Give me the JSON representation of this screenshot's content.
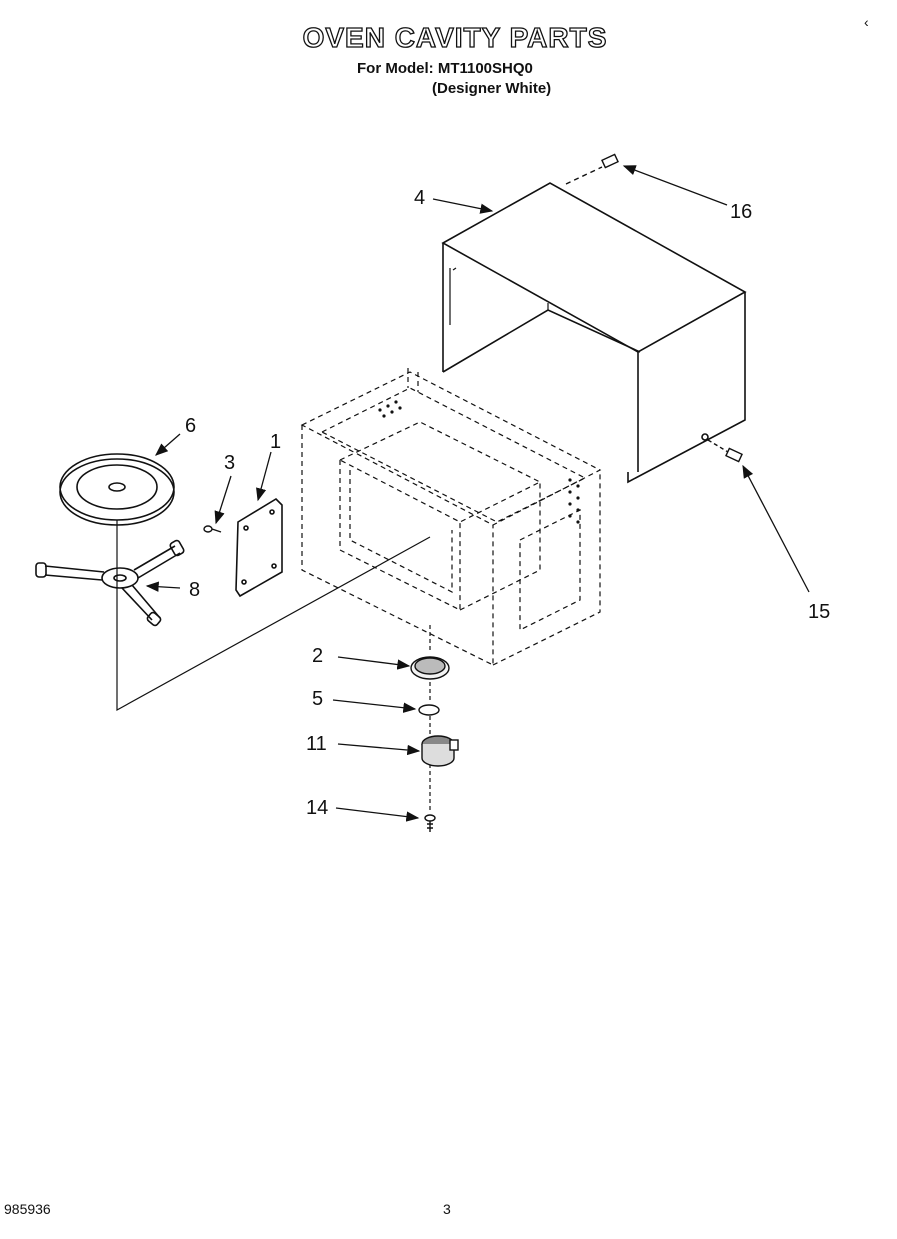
{
  "header": {
    "title": "OVEN CAVITY PARTS",
    "model_line": "For Model: MT1100SHQ0",
    "variant_line": "(Designer White)"
  },
  "callouts": [
    "1",
    "2",
    "3",
    "4",
    "5",
    "6",
    "8",
    "11",
    "14",
    "15",
    "16"
  ],
  "footer": {
    "doc_number": "985936",
    "page_number": "3"
  },
  "corner_mark": "‹"
}
